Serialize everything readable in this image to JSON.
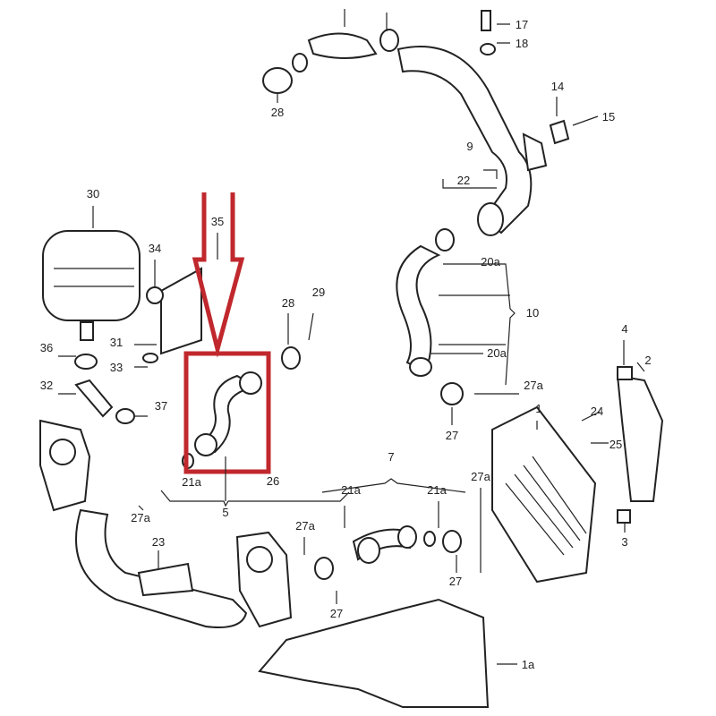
{
  "title": "Intercooler charge air hose parts diagram",
  "highlight_color": "#c0282d",
  "highlighted_part": "26",
  "labels": [
    "17",
    "18",
    "28",
    "14",
    "15",
    "9",
    "22",
    "20a",
    "10",
    "20a",
    "30",
    "35",
    "34",
    "28",
    "29",
    "31",
    "33",
    "36",
    "32",
    "37",
    "4",
    "2",
    "27a",
    "1",
    "24",
    "25",
    "27",
    "21a",
    "26",
    "5",
    "7",
    "21a",
    "21a",
    "27a",
    "27a",
    "27a",
    "23",
    "27",
    "27",
    "3",
    "1a"
  ]
}
